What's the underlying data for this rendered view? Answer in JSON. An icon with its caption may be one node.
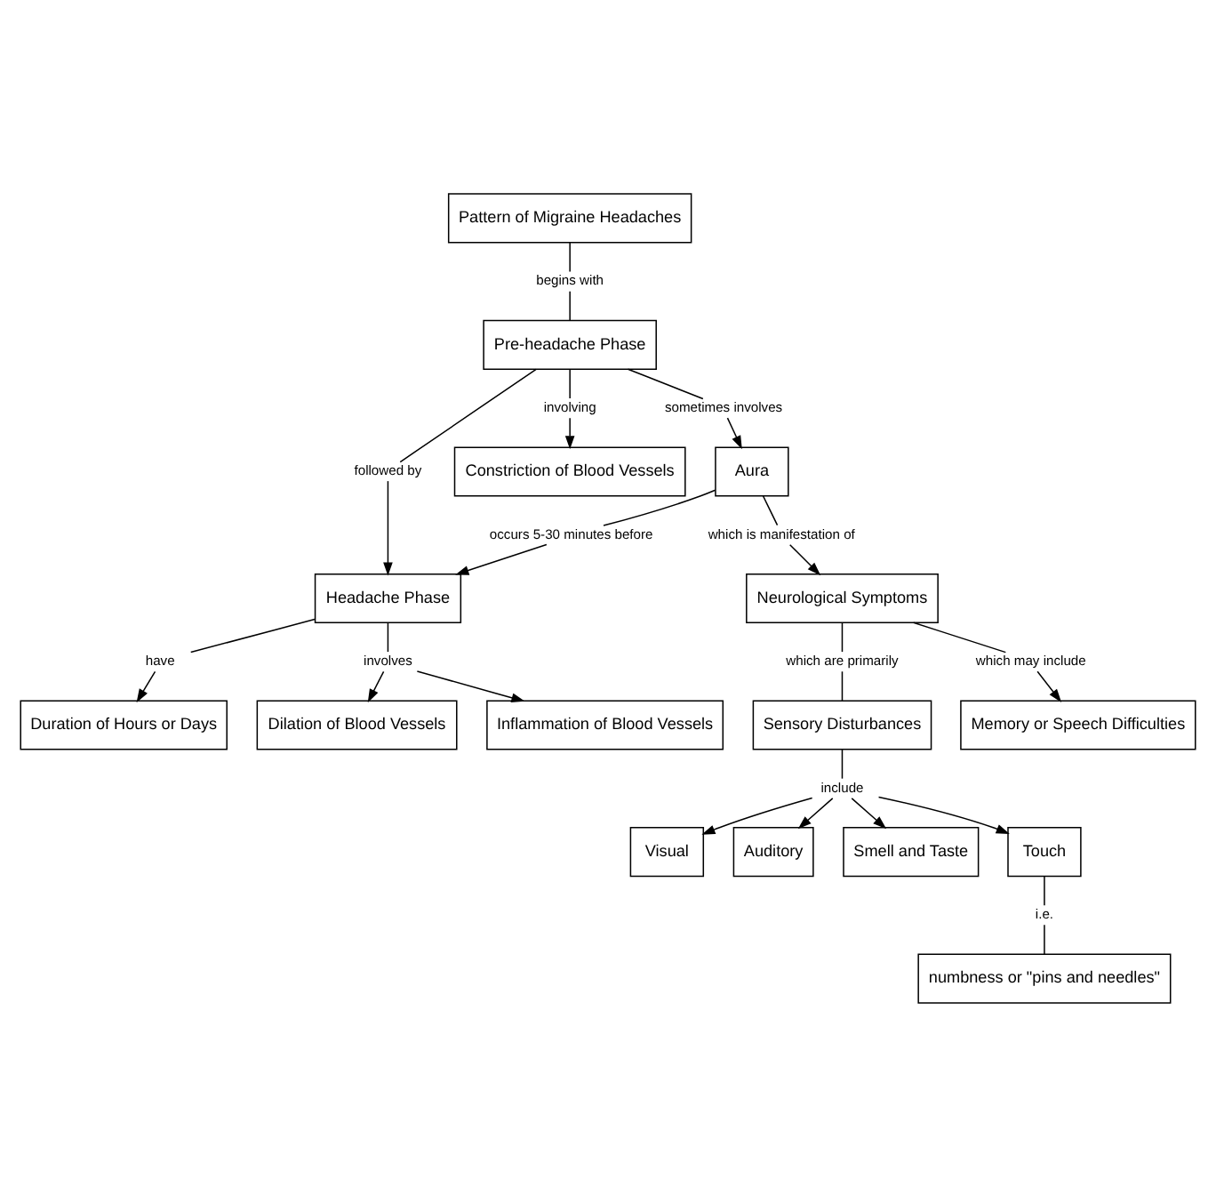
{
  "diagram": {
    "nodes": [
      {
        "text": [
          "Pattern of Migraine Headaches"
        ]
      },
      {
        "text": [
          "begins with"
        ]
      },
      {
        "text": [
          "Pre-headache Phase"
        ]
      },
      {
        "text": [
          "followed by"
        ]
      },
      {
        "text": [
          "Headache Phase"
        ]
      },
      {
        "text": [
          "involving"
        ]
      },
      {
        "text": [
          "Constriction of Blood Vessels"
        ]
      },
      {
        "text": [
          "sometimes involves"
        ]
      },
      {
        "text": [
          "Aura"
        ]
      },
      {
        "text": [
          "occurs 5-30 minutes before"
        ]
      },
      {
        "text": [
          "have"
        ]
      },
      {
        "text": [
          "Duration of Hours or Days"
        ]
      },
      {
        "text": [
          "involves"
        ]
      },
      {
        "text": [
          "Dilation of Blood Vessels"
        ]
      },
      {
        "text": [
          "Inflammation of Blood Vessels"
        ]
      },
      {
        "text": [
          "which is manifestation of"
        ]
      },
      {
        "text": [
          "Neurological Symptoms"
        ]
      },
      {
        "text": [
          "which are primarily"
        ]
      },
      {
        "text": [
          "which may include"
        ]
      },
      {
        "text": [
          "Memory or Speech Difficulties"
        ]
      },
      {
        "text": [
          "Sensory Disturbances"
        ]
      },
      {
        "text": [
          "include"
        ]
      },
      {
        "text": [
          "Visual"
        ]
      },
      {
        "text": [
          "Auditory"
        ]
      },
      {
        "text": [
          "Smell and Taste"
        ]
      },
      {
        "text": [
          "Touch"
        ]
      },
      {
        "text": [
          "i.e."
        ]
      },
      {
        "text": [
          "numbness or \"pins and needles\""
        ]
      }
    ],
    "edges": [
      {
        "from": 0,
        "to": 1,
        "arrow": "none"
      },
      {
        "from": 1,
        "to": 2,
        "arrow": "none"
      },
      {
        "from": 2,
        "to": 3,
        "arrow": "none"
      },
      {
        "from": 3,
        "to": 4,
        "arrow": "to"
      },
      {
        "from": 2,
        "to": 5,
        "arrow": "none"
      },
      {
        "from": 5,
        "to": 6,
        "arrow": "to"
      },
      {
        "from": 2,
        "to": 7,
        "arrow": "none"
      },
      {
        "from": 7,
        "to": 8,
        "arrow": "to"
      },
      {
        "from": 8,
        "to": 9,
        "arrow": "none"
      },
      {
        "from": 9,
        "to": 4,
        "arrow": "to"
      },
      {
        "from": 4,
        "to": 10,
        "arrow": "none"
      },
      {
        "from": 10,
        "to": 11,
        "arrow": "to"
      },
      {
        "from": 4,
        "to": 12,
        "arrow": "none"
      },
      {
        "from": 12,
        "to": 13,
        "arrow": "to"
      },
      {
        "from": 12,
        "to": 14,
        "arrow": "to"
      },
      {
        "from": 8,
        "to": 15,
        "arrow": "none"
      },
      {
        "from": 15,
        "to": 16,
        "arrow": "to"
      },
      {
        "from": 16,
        "to": 17,
        "arrow": "none"
      },
      {
        "from": 17,
        "to": 20,
        "arrow": "none"
      },
      {
        "from": 16,
        "to": 18,
        "arrow": "none"
      },
      {
        "from": 18,
        "to": 19,
        "arrow": "to"
      },
      {
        "from": 20,
        "to": 21,
        "arrow": "none"
      },
      {
        "from": 21,
        "to": 22,
        "arrow": "to"
      },
      {
        "from": 21,
        "to": 23,
        "arrow": "to"
      },
      {
        "from": 21,
        "to": 24,
        "arrow": "to"
      },
      {
        "from": 21,
        "to": 25,
        "arrow": "to"
      },
      {
        "from": 25,
        "to": 26,
        "arrow": "none"
      },
      {
        "from": 26,
        "to": 27,
        "arrow": "none"
      }
    ]
  }
}
